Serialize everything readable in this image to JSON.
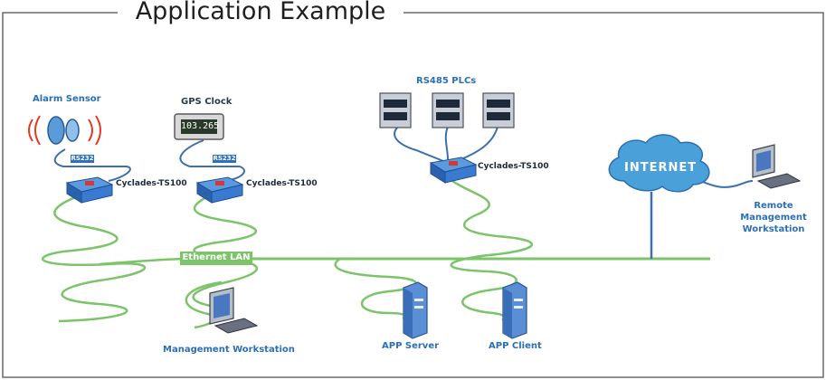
{
  "title": "Application Example",
  "labels": {
    "alarm_sensor": "Alarm Sensor",
    "gps_clock": "GPS Clock",
    "gps_display": "103.265",
    "rs485_plcs": "RS485  PLCs",
    "rs232_left": "RS232",
    "rs232_mid": "RS232",
    "cyclades_1": "Cyclades-TS100",
    "cyclades_2": "Cyclades-TS100",
    "cyclades_3": "Cyclades-TS100",
    "ethernet_lan": "Ethernet LAN",
    "internet": "INTERNET",
    "remote_line1": "Remote",
    "remote_line2": "Management",
    "remote_line3": "Workstation",
    "mgmt_workstation": "Management Workstation",
    "app_server": "APP Server",
    "app_client": "APP Client"
  },
  "colors": {
    "border": "#6a6a6a",
    "cable_green": "#7cc46a",
    "cable_blue": "#3a6fb0",
    "device_blue": "#2f6fc0",
    "label_blue": "#2a6fb8",
    "cloud_blue": "#4aa0d8"
  }
}
